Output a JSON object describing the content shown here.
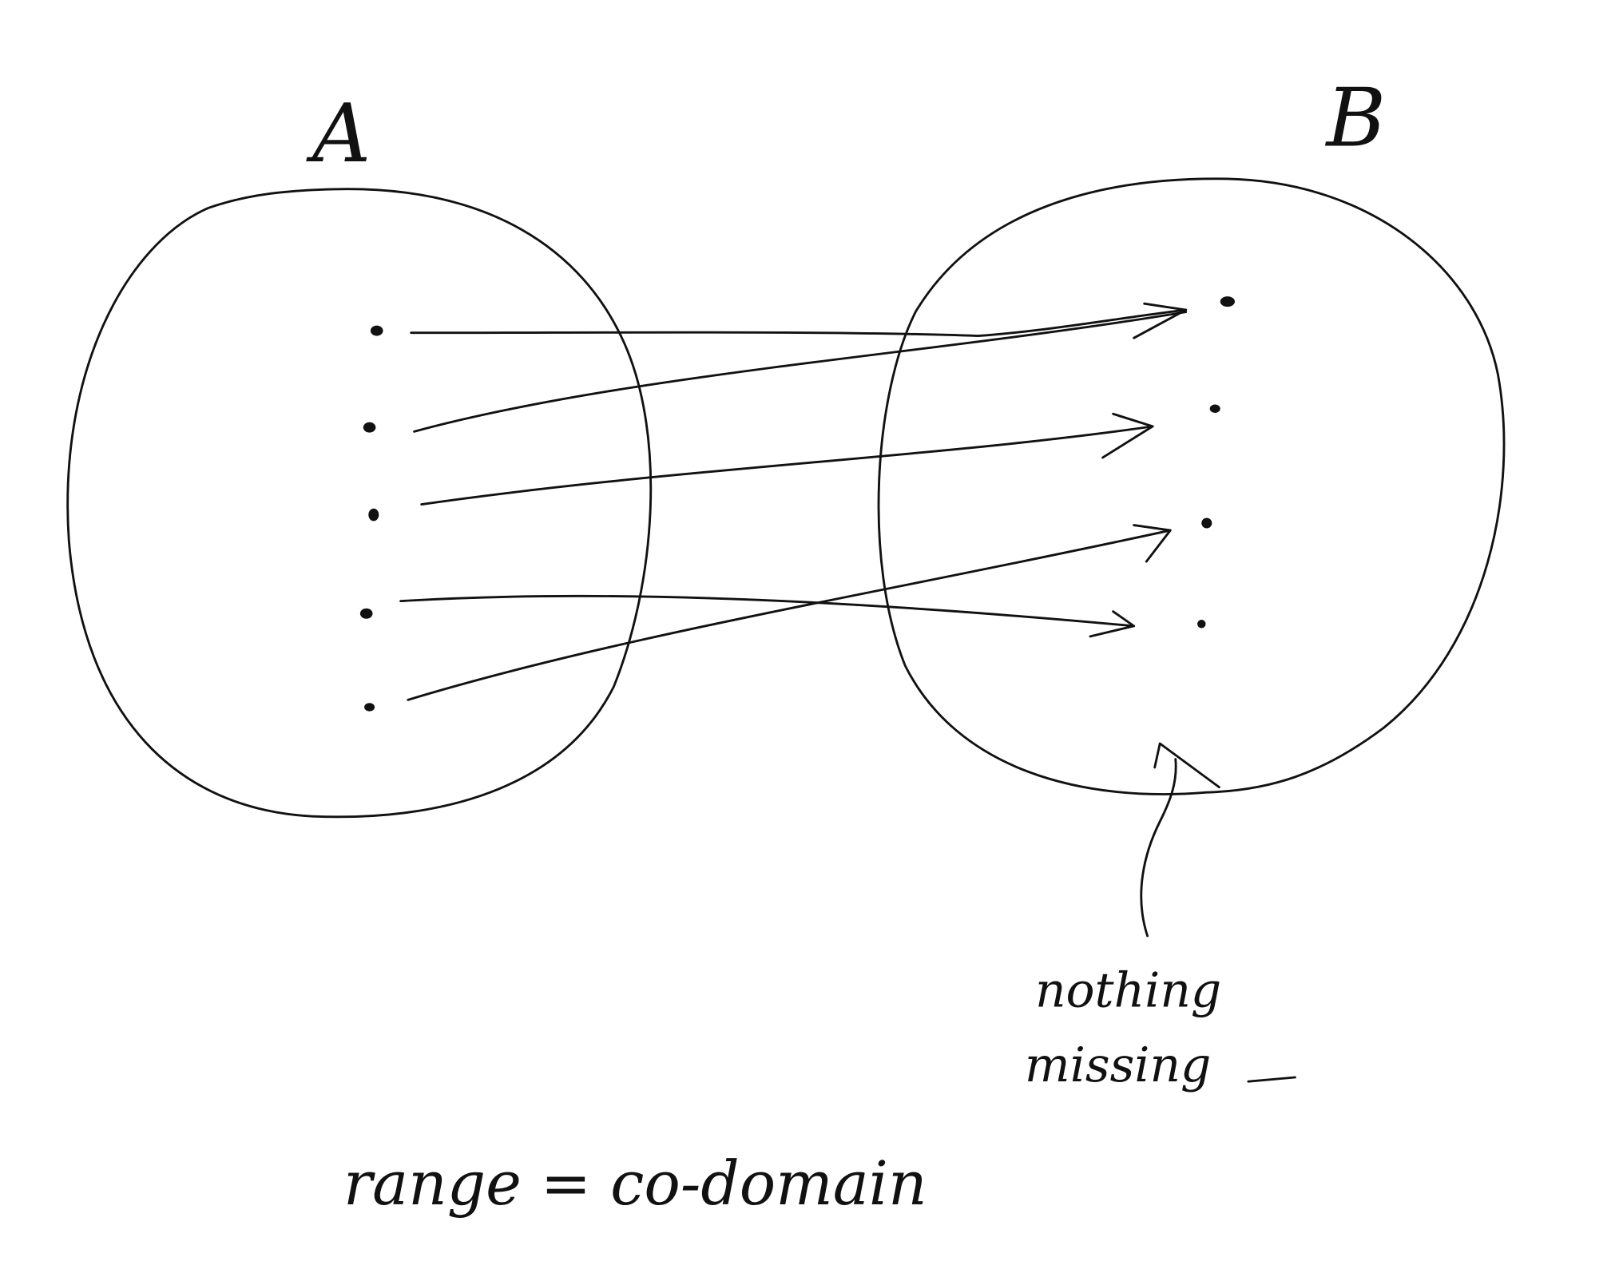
{
  "diagram": {
    "set_a_label": "A",
    "set_b_label": "B",
    "annotation_line1": "nothing",
    "annotation_line2": "missing",
    "caption": "range = co-domain",
    "ink_color": "#111111",
    "set_a_element_count": 5,
    "set_b_element_count": 4
  }
}
